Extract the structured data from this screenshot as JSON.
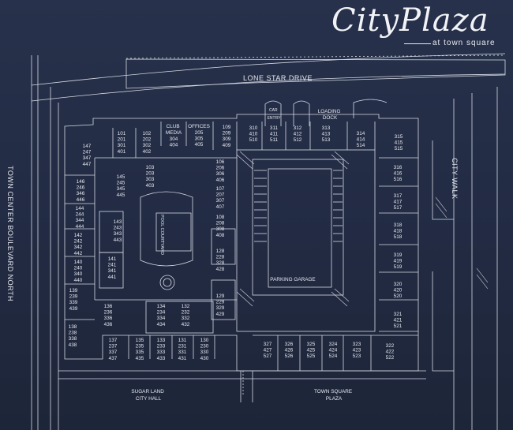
{
  "brand": {
    "name": "CityPlaza",
    "tagline": "at town square"
  },
  "colors": {
    "background": "#222b43",
    "line": "#d8dce6",
    "text": "#e6e9f0"
  },
  "streets": {
    "north": "LONE STAR DRIVE",
    "west": "TOWN CENTER BOULEVARD NORTH",
    "east": "CITY WALK"
  },
  "landmarks": {
    "city_hall": [
      "SUGAR LAND",
      "CITY HALL"
    ],
    "plaza": [
      "TOWN SQUARE",
      "PLAZA"
    ]
  },
  "amenities": {
    "club_media": [
      "CLUB",
      "MEDIA"
    ],
    "offices": "OFFICES",
    "car_entry": [
      "CAR",
      "ENTRY"
    ],
    "loading_dock": [
      "LOADING",
      "DOCK"
    ],
    "pool_courtyard": "POOL COURTYARD",
    "parking_garage": "PARKING GARAGE"
  },
  "units": [
    {
      "id": "club-units",
      "lines": [
        "304",
        "404"
      ]
    },
    {
      "id": "offices-units",
      "lines": [
        "205",
        "305",
        "405"
      ]
    },
    {
      "id": "101",
      "lines": [
        "101",
        "201",
        "301",
        "401"
      ]
    },
    {
      "id": "102",
      "lines": [
        "102",
        "202",
        "302",
        "402"
      ]
    },
    {
      "id": "109",
      "lines": [
        "109",
        "209",
        "309",
        "409"
      ]
    },
    {
      "id": "110",
      "lines": [
        "310",
        "410",
        "510"
      ]
    },
    {
      "id": "111",
      "lines": [
        "311",
        "411",
        "511"
      ]
    },
    {
      "id": "112",
      "lines": [
        "312",
        "412",
        "512"
      ]
    },
    {
      "id": "113",
      "lines": [
        "313",
        "413",
        "513"
      ]
    },
    {
      "id": "114",
      "lines": [
        "314",
        "414",
        "514"
      ]
    },
    {
      "id": "115",
      "lines": [
        "315",
        "415",
        "515"
      ]
    },
    {
      "id": "116",
      "lines": [
        "316",
        "416",
        "516"
      ]
    },
    {
      "id": "117",
      "lines": [
        "317",
        "417",
        "517"
      ]
    },
    {
      "id": "118",
      "lines": [
        "318",
        "418",
        "518"
      ]
    },
    {
      "id": "119",
      "lines": [
        "319",
        "419",
        "519"
      ]
    },
    {
      "id": "120",
      "lines": [
        "320",
        "420",
        "520"
      ]
    },
    {
      "id": "121",
      "lines": [
        "321",
        "421",
        "521"
      ]
    },
    {
      "id": "122",
      "lines": [
        "322",
        "422",
        "522"
      ]
    },
    {
      "id": "123",
      "lines": [
        "323",
        "423",
        "523"
      ]
    },
    {
      "id": "124",
      "lines": [
        "324",
        "424",
        "524"
      ]
    },
    {
      "id": "125",
      "lines": [
        "325",
        "425",
        "525"
      ]
    },
    {
      "id": "126",
      "lines": [
        "326",
        "426",
        "526"
      ]
    },
    {
      "id": "127",
      "lines": [
        "327",
        "427",
        "527"
      ]
    },
    {
      "id": "147",
      "lines": [
        "147",
        "247",
        "347",
        "447"
      ]
    },
    {
      "id": "145",
      "lines": [
        "145",
        "245",
        "345",
        "445"
      ]
    },
    {
      "id": "103",
      "lines": [
        "103",
        "203",
        "303",
        "403"
      ]
    },
    {
      "id": "106",
      "lines": [
        "106",
        "206",
        "306",
        "406"
      ]
    },
    {
      "id": "107",
      "lines": [
        "107",
        "207",
        "307",
        "407"
      ]
    },
    {
      "id": "108",
      "lines": [
        "108",
        "208",
        "308",
        "408"
      ]
    },
    {
      "id": "128",
      "lines": [
        "128",
        "228",
        "328",
        "428"
      ]
    },
    {
      "id": "129",
      "lines": [
        "129",
        "229",
        "329",
        "429"
      ]
    },
    {
      "id": "146",
      "lines": [
        "146",
        "246",
        "346",
        "446"
      ]
    },
    {
      "id": "144",
      "lines": [
        "144",
        "244",
        "344",
        "444"
      ]
    },
    {
      "id": "143",
      "lines": [
        "143",
        "243",
        "343",
        "443"
      ]
    },
    {
      "id": "142",
      "lines": [
        "142",
        "242",
        "342",
        "442"
      ]
    },
    {
      "id": "141",
      "lines": [
        "141",
        "241",
        "341",
        "441"
      ]
    },
    {
      "id": "140",
      "lines": [
        "140",
        "240",
        "340",
        "440"
      ]
    },
    {
      "id": "139",
      "lines": [
        "139",
        "239",
        "339",
        "439"
      ]
    },
    {
      "id": "138",
      "lines": [
        "138",
        "238",
        "338",
        "438"
      ]
    },
    {
      "id": "136",
      "lines": [
        "136",
        "236",
        "336",
        "436"
      ]
    },
    {
      "id": "134",
      "lines": [
        "134",
        "234",
        "334",
        "434"
      ]
    },
    {
      "id": "132",
      "lines": [
        "132",
        "232",
        "332",
        "432"
      ]
    },
    {
      "id": "137",
      "lines": [
        "137",
        "237",
        "337",
        "437"
      ]
    },
    {
      "id": "135",
      "lines": [
        "135",
        "235",
        "335",
        "435"
      ]
    },
    {
      "id": "133",
      "lines": [
        "133",
        "233",
        "333",
        "433"
      ]
    },
    {
      "id": "131",
      "lines": [
        "131",
        "231",
        "331",
        "431"
      ]
    },
    {
      "id": "130",
      "lines": [
        "130",
        "230",
        "330",
        "430"
      ]
    }
  ]
}
